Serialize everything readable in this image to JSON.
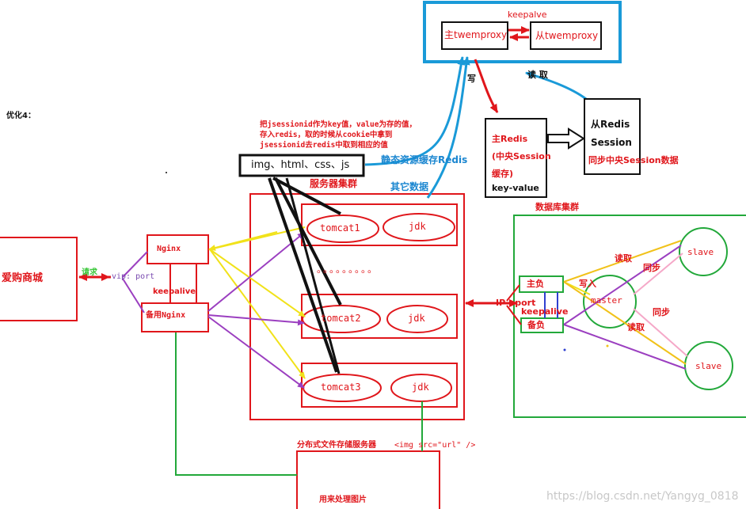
{
  "opt_label": "优化4：",
  "store": "爱购商城",
  "request": "请求",
  "vip": "vip: port",
  "nginx": "Nginx",
  "nginx_backup": "备用Nginx",
  "keepalive_nginx": "keepalive",
  "static_box": "img、html、css、js",
  "note_lines": [
    "把jsessionid作为key值，value为存的值，",
    "存入redis，取的时候从cookie中拿到",
    "jsessionid去redis中取到相应的值"
  ],
  "static_cache": "静态资源缓存Redis",
  "other_data": "其它数据",
  "server_cluster": "服务器集群",
  "tomcat1": "tomcat1",
  "tomcat2": "tomcat2",
  "tomcat3": "tomcat3",
  "jdk": "jdk",
  "dots": "。。。。。。。。。",
  "twemproxy_master": "主twemproxy",
  "twemproxy_slave": "从twemproxy",
  "keepalve": "keepalve",
  "write": "写",
  "read": "读 取",
  "redis_master_lines": [
    "主Redis",
    "(中央Session",
    "缓存)",
    "key-value"
  ],
  "redis_slave_lines": [
    "从Redis",
    "Session"
  ],
  "sync_session": "同步中央Session数据",
  "db_cluster": "数据库集群",
  "ip_port": "IP : port",
  "keepalive_db": "keepalive",
  "lb_master": "主负",
  "lb_backup": "备负",
  "write_in": "写入",
  "master": "master",
  "slave": "slave",
  "read_db": "读取",
  "sync": "同步",
  "dfs": "分布式文件存储服务器",
  "img_tag": "<img src=\"url\" />",
  "images": "用来处理图片",
  "watermark": "https://blog.csdn.net/Yangyg_0818"
}
